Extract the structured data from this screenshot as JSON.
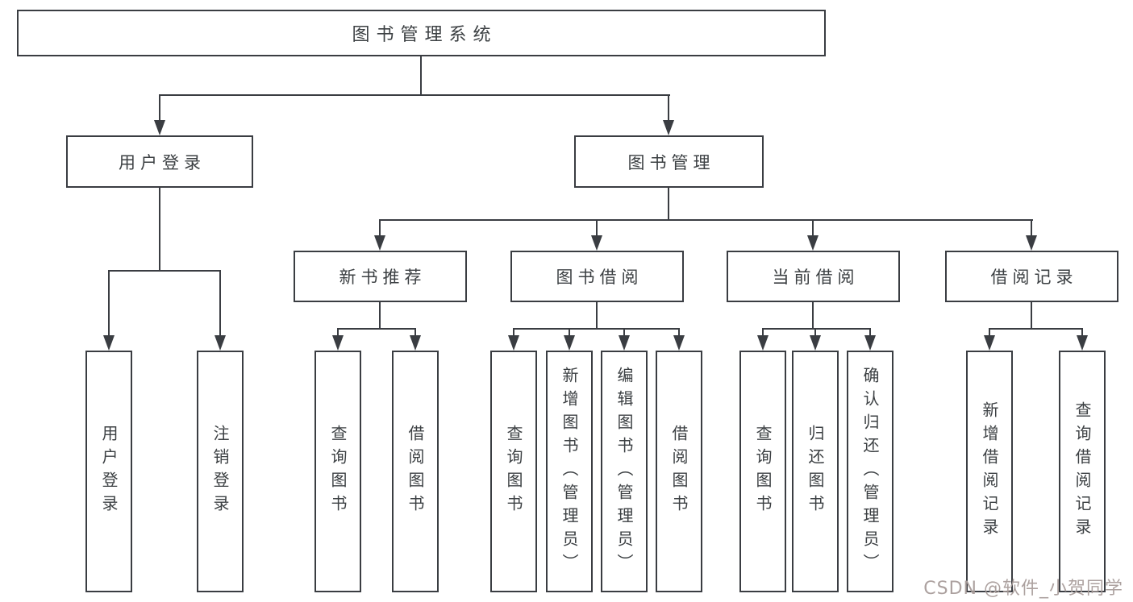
{
  "diagram": {
    "root": {
      "label": "图书管理系统"
    },
    "branches": [
      {
        "label": "用户登录",
        "children": [
          {
            "label": "用户登录"
          },
          {
            "label": "注销登录"
          }
        ]
      },
      {
        "label": "图书管理",
        "children": [
          {
            "label": "新书推荐",
            "children": [
              {
                "label": "查询图书"
              },
              {
                "label": "借阅图书"
              }
            ]
          },
          {
            "label": "图书借阅",
            "children": [
              {
                "label": "查询图书"
              },
              {
                "label": "新增图书（管理员）"
              },
              {
                "label": "编辑图书（管理员）"
              },
              {
                "label": "借阅图书"
              }
            ]
          },
          {
            "label": "当前借阅",
            "children": [
              {
                "label": "查询图书"
              },
              {
                "label": "归还图书"
              },
              {
                "label": "确认归还（管理员）"
              }
            ]
          },
          {
            "label": "借阅记录",
            "children": [
              {
                "label": "新增借阅记录"
              },
              {
                "label": "查询借阅记录"
              }
            ]
          }
        ]
      }
    ]
  },
  "colors": {
    "line": "#3a3d42",
    "text": "#3c4043",
    "watermark": "#a89c9a"
  },
  "watermark": {
    "text": "CSDN @软件_小贺同学"
  }
}
